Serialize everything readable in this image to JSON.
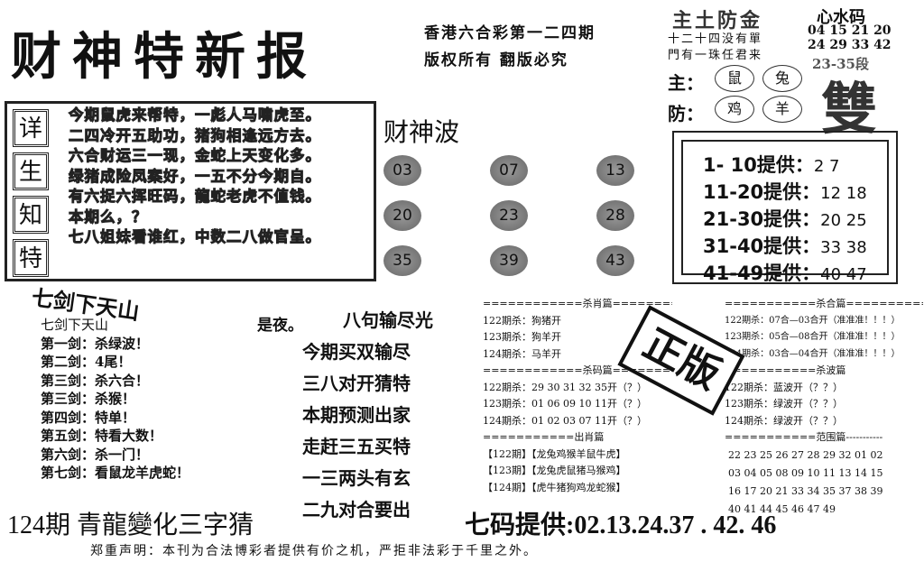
{
  "masthead": {
    "title": "财神特新报",
    "issue": "香港六合彩第一二四期",
    "rights": "版权所有 翻版必究"
  },
  "poem": {
    "side_chars": [
      "详",
      "生",
      "知",
      "特"
    ],
    "lines": [
      "今期鼠虎来帮特，一彪人马啸虎至。",
      "二四冷开五助功，猪狗相逢远方去。",
      "六合财运三一现，金蛇上天变化多。",
      "绿猪成险凤案好，一五不分今期自。",
      "有六捉六挥旺码，龍蛇老虎不值钱。",
      "本期么，？",
      "七八姐妹看谁红，中数二八做官呈。"
    ]
  },
  "caishen_bo": {
    "title": "财神波",
    "balls": [
      "03",
      "07",
      "13",
      "20",
      "23",
      "28",
      "35",
      "39",
      "43"
    ]
  },
  "zhu_fang": {
    "title": "主土防金",
    "verse": [
      "十二十四没有單",
      "門有一珠任君来"
    ],
    "xinshui_title": "心水码",
    "xinshui": [
      "04 15 21 20",
      "24 29 33 42"
    ],
    "duan": "23-35段",
    "shuang": "雙",
    "zhu_label": "主：",
    "fang_label": "防：",
    "zhu_animals": [
      "鼠",
      "兔"
    ],
    "fang_animals": [
      "鸡",
      "羊"
    ]
  },
  "ranges": [
    {
      "label": "1- 10提供：",
      "values": "2  7"
    },
    {
      "label": "11-20提供：",
      "values": "12 18"
    },
    {
      "label": "21-30提供：",
      "values": "20 25"
    },
    {
      "label": "31-40提供：",
      "values": "33 38"
    },
    {
      "label": "41-49提供：",
      "values": "40 47"
    }
  ],
  "qijian": {
    "logo": "七剑下天山",
    "title": "七剑下天山",
    "items": [
      "第一剑：杀绿波！",
      "第二剑：4尾！",
      "第三剑：杀六合！",
      "第三剑：杀猴！",
      "第四剑：特单！",
      "第五剑：特看大数！",
      "第六剑：杀一门！",
      "第七剑：看鼠龙羊虎蛇！"
    ]
  },
  "poem2": {
    "fragment": "是夜。",
    "lines": [
      "八句输尽光",
      "今期买双输尽",
      "三八对开猜特",
      "本期预测出家",
      "走赶三五买特",
      "一三两头有玄",
      "二九对合要出"
    ]
  },
  "sha_xiao": {
    "header": "============杀肖篇============",
    "rows": [
      "122期杀：狗猪开",
      "123期杀：狗羊开",
      "124期杀：马羊开"
    ]
  },
  "sha_ma": {
    "header": "============杀码篇============",
    "rows": [
      "122期杀：29 30 31 32 35开（？）",
      "123期杀：01 06 09 10 11开（？）",
      "124期杀：01 02 03 07 11开（？）"
    ]
  },
  "chu_xiao": {
    "header": "===========出肖篇",
    "rows": [
      "【122期】【龙兔鸡猴羊鼠牛虎】",
      "【123期】【龙兔虎鼠猪马猴鸡】",
      "【124期】【虎牛猪狗鸡龙蛇猴】"
    ]
  },
  "stamp": "正版",
  "sha_he": {
    "header": "===========杀合篇===========",
    "rows": [
      "122期杀：07合—03合开（准准准！！！）",
      "123期杀：05合—08合开（准准准！！！）",
      "124期杀：03合—04合开（准准准！！！）"
    ]
  },
  "sha_bo": {
    "header": "===========杀波篇",
    "rows": [
      "122期杀：蓝波开（？？）",
      "123期杀：绿波开（？？）",
      "124期杀：绿波开（？？）"
    ]
  },
  "fan_wei": {
    "header": "===========范围篇-----------",
    "rows": [
      "22 23 25 26 27 28 29 32 01 02",
      "03 04 05 08 09 10 11 13 14 15",
      "16 17 20 21 33 34 35 37 38 39",
      "40 41 44 45 46 47 49"
    ]
  },
  "footer": {
    "left": "124期 青龍變化三字猜",
    "right": "七码提供:02.13.24.37 . 42. 46",
    "notice": "郑重声明：本刊为合法博彩者提供有价之机，严拒非法彩于千里之外。"
  }
}
